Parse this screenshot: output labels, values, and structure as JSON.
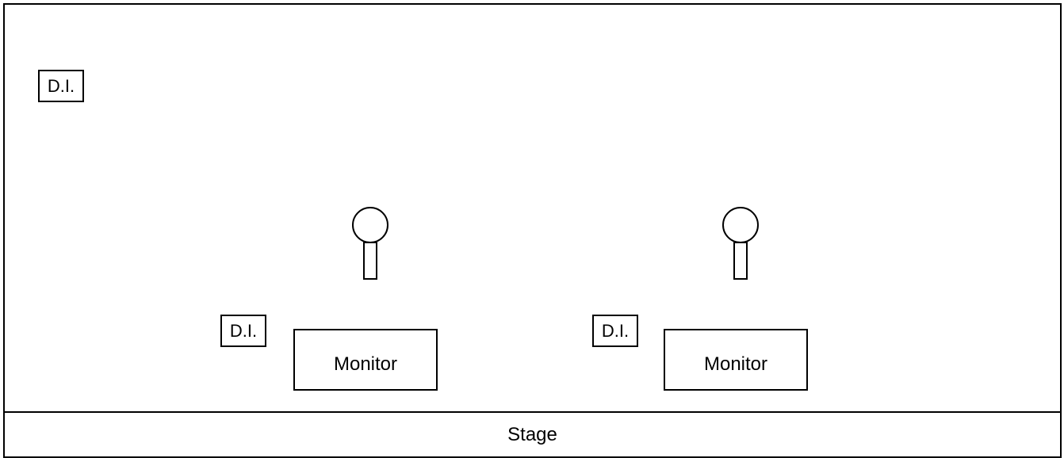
{
  "stage_plot": {
    "stage_label": "Stage",
    "di_label": "D.I.",
    "monitor_label": "Monitor",
    "items": {
      "di_top_left": "D.I.",
      "di_left": "D.I.",
      "di_right": "D.I.",
      "monitor_left": "Monitor",
      "monitor_right": "Monitor"
    },
    "icons": {
      "mic_left": "microphone-icon",
      "mic_right": "microphone-icon"
    },
    "line_color": "#000000",
    "background": "#ffffff"
  }
}
